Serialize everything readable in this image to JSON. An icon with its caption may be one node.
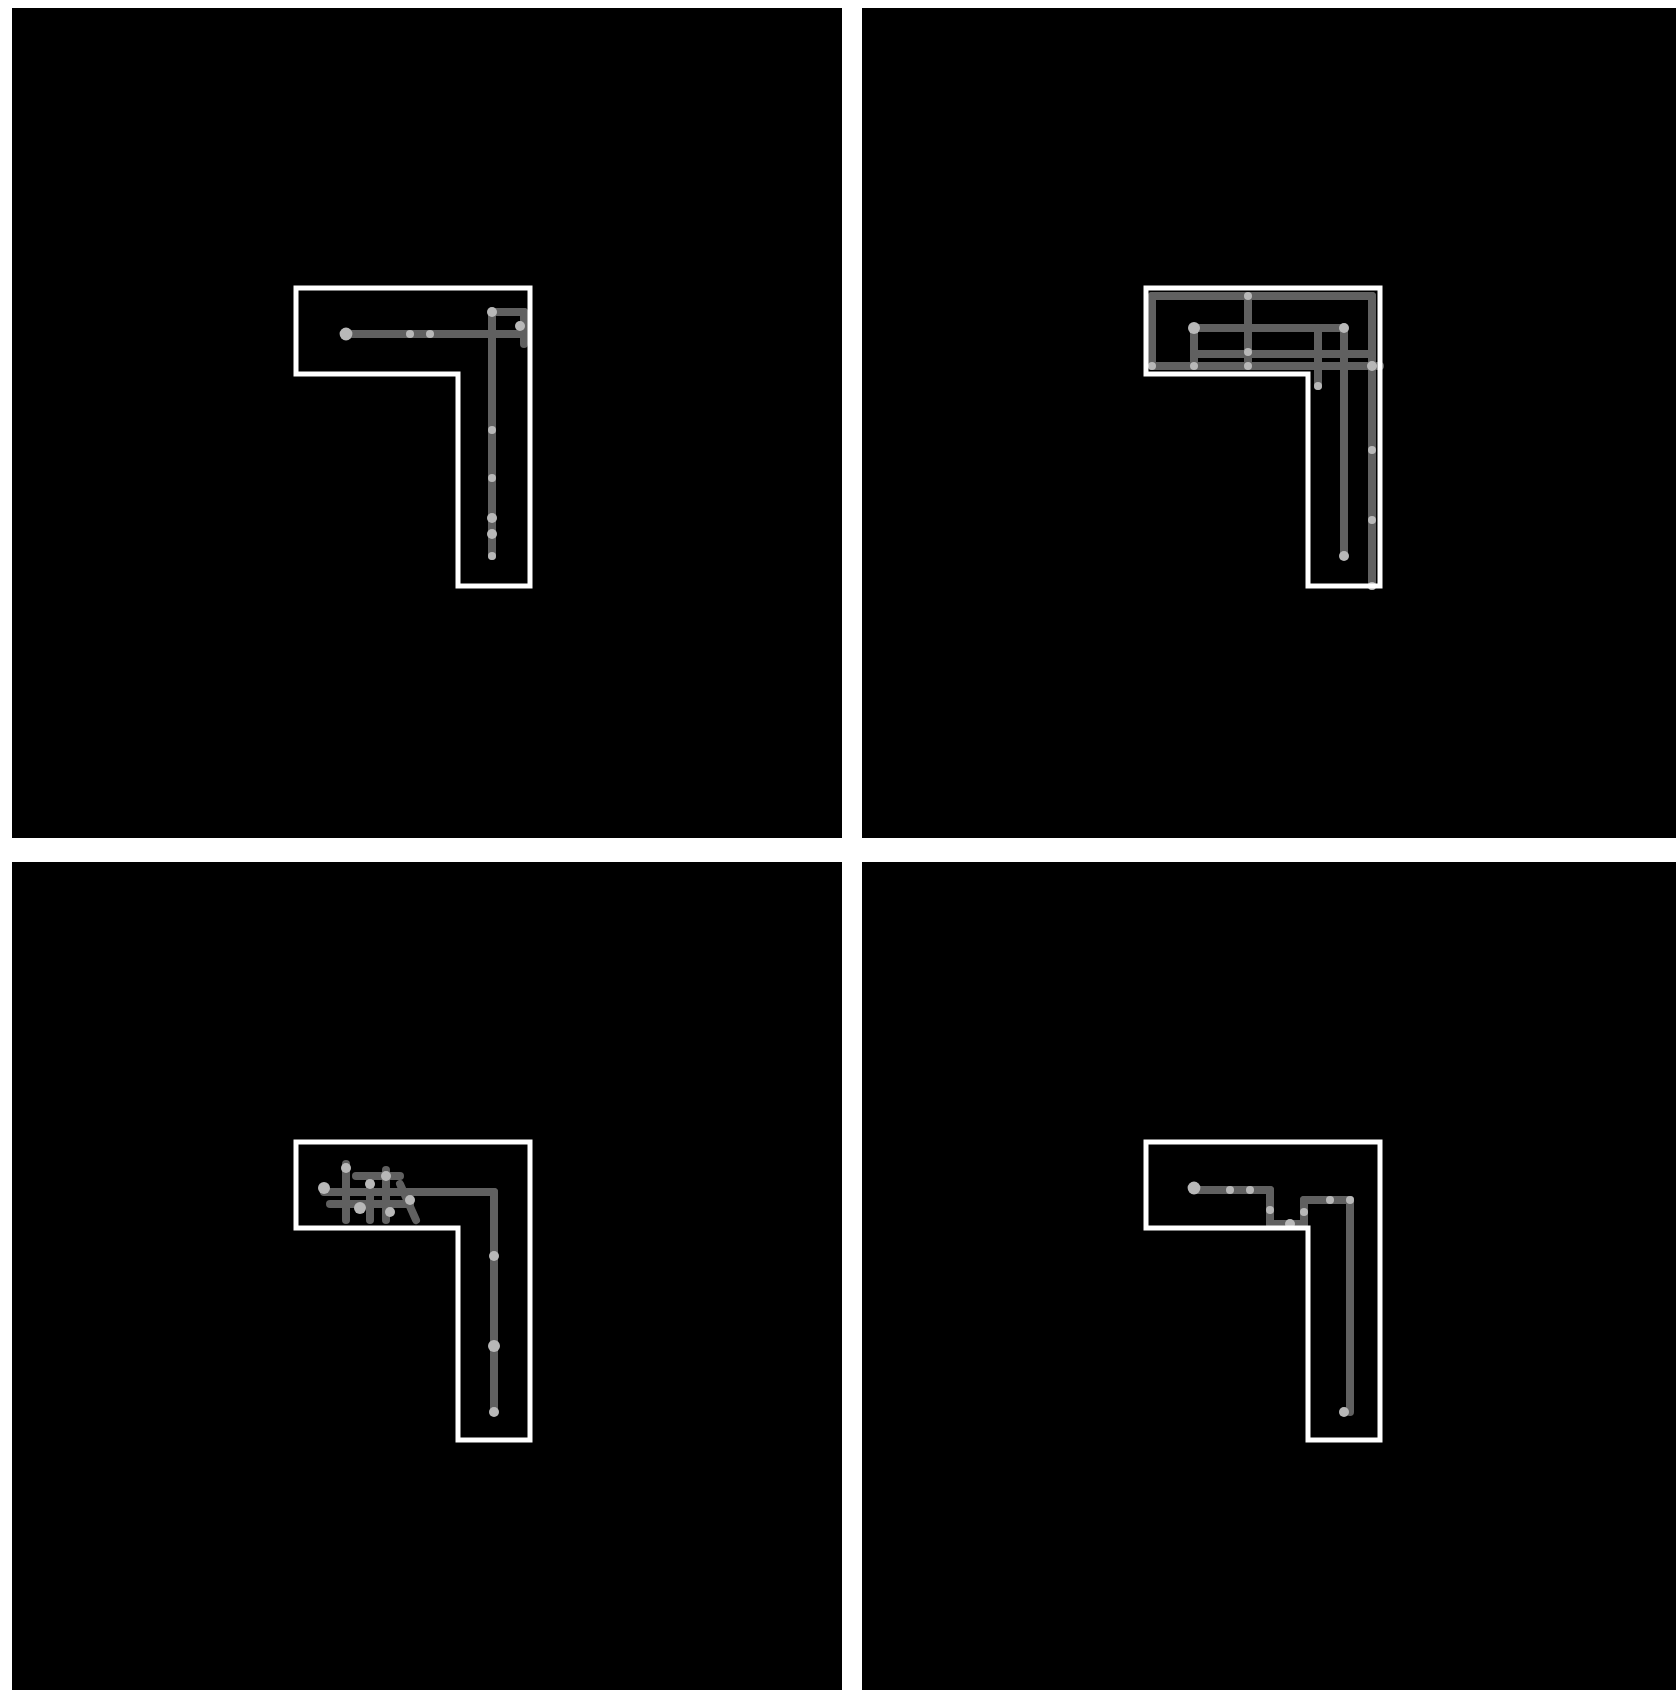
{
  "diagram": {
    "nodes": [
      {
        "text": [],
        "shape": "polygon"
      },
      {
        "text": [],
        "shape": "polygon"
      },
      {
        "text": [],
        "shape": "polygon"
      },
      {
        "text": [],
        "shape": "polygon"
      }
    ]
  }
}
